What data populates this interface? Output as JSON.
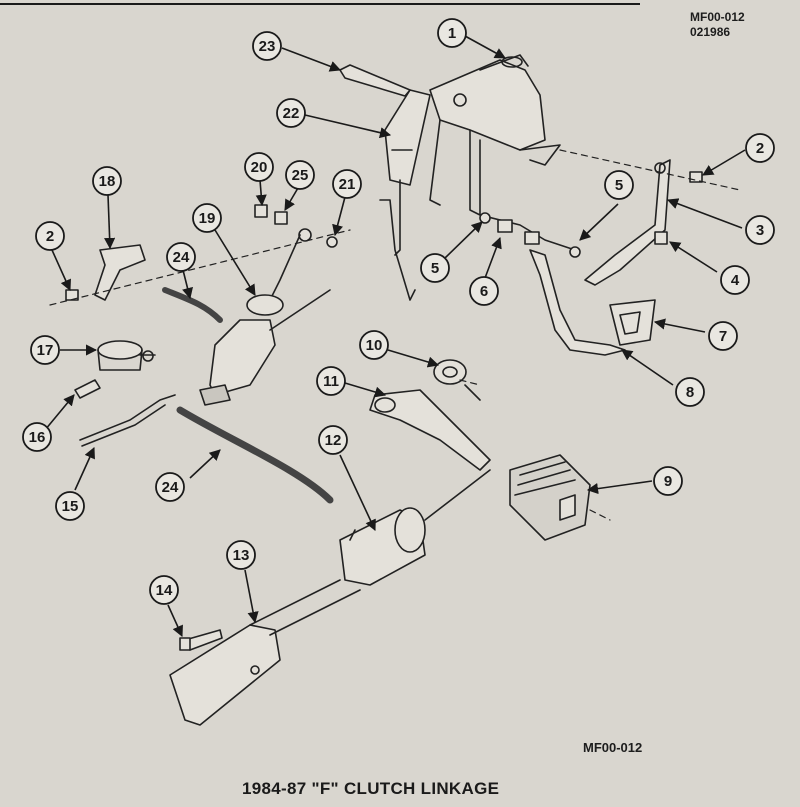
{
  "header": {
    "code_line1": "MF00-012",
    "code_line2": "021986"
  },
  "footer": {
    "code": "MF00-012",
    "caption": "1984-87 \"F\" CLUTCH LINKAGE"
  },
  "callouts": [
    {
      "id": "c1",
      "label": "1"
    },
    {
      "id": "c2a",
      "label": "2"
    },
    {
      "id": "c2b",
      "label": "2"
    },
    {
      "id": "c3",
      "label": "3"
    },
    {
      "id": "c4",
      "label": "4"
    },
    {
      "id": "c5a",
      "label": "5"
    },
    {
      "id": "c5b",
      "label": "5"
    },
    {
      "id": "c6",
      "label": "6"
    },
    {
      "id": "c7",
      "label": "7"
    },
    {
      "id": "c8",
      "label": "8"
    },
    {
      "id": "c9",
      "label": "9"
    },
    {
      "id": "c10",
      "label": "10"
    },
    {
      "id": "c11",
      "label": "11"
    },
    {
      "id": "c12",
      "label": "12"
    },
    {
      "id": "c13",
      "label": "13"
    },
    {
      "id": "c14",
      "label": "14"
    },
    {
      "id": "c15",
      "label": "15"
    },
    {
      "id": "c16",
      "label": "16"
    },
    {
      "id": "c17",
      "label": "17"
    },
    {
      "id": "c18",
      "label": "18"
    },
    {
      "id": "c19",
      "label": "19"
    },
    {
      "id": "c20",
      "label": "20"
    },
    {
      "id": "c21",
      "label": "21"
    },
    {
      "id": "c22",
      "label": "22"
    },
    {
      "id": "c23",
      "label": "23"
    },
    {
      "id": "c24a",
      "label": "24"
    },
    {
      "id": "c24b",
      "label": "24"
    },
    {
      "id": "c25",
      "label": "25"
    }
  ]
}
